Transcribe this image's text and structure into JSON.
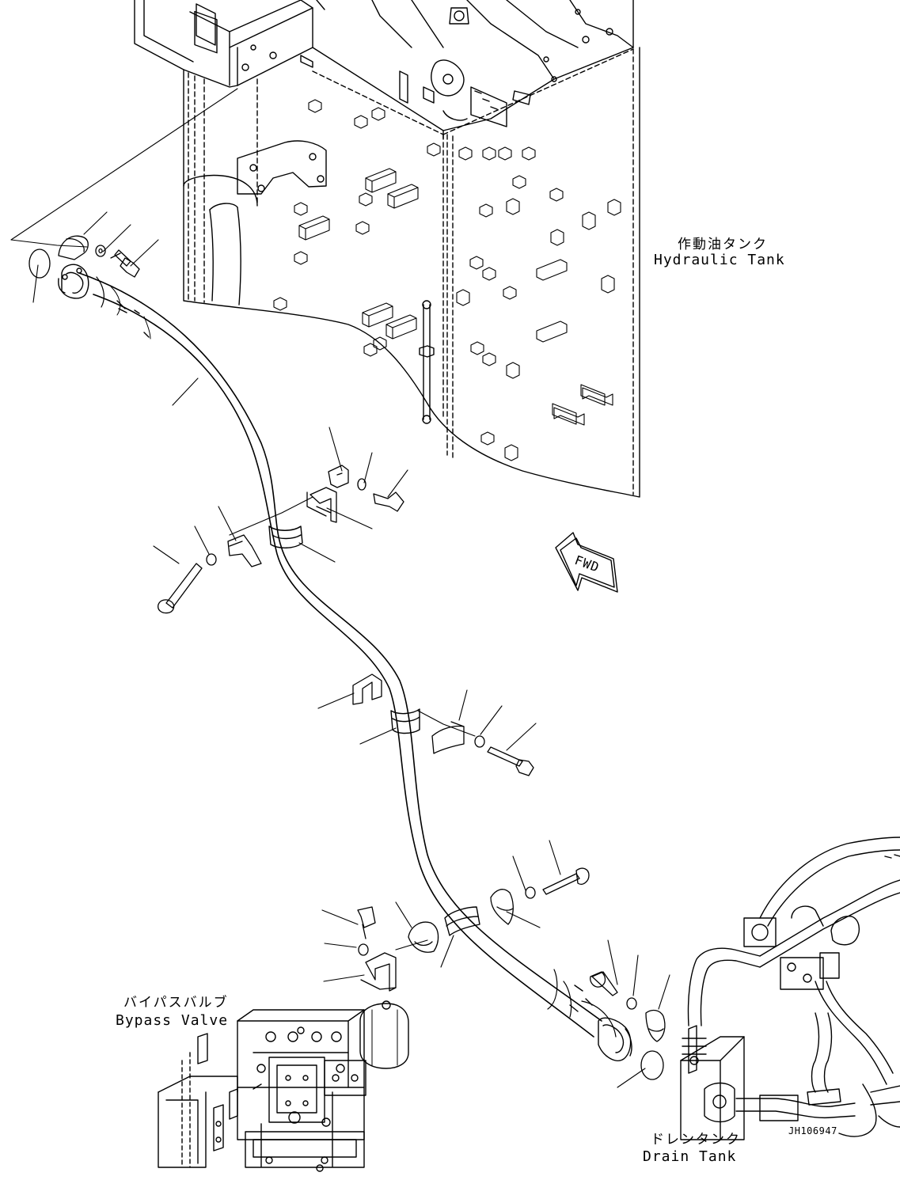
{
  "labels": {
    "hydraulic_tank_jp": "作動油タンク",
    "hydraulic_tank_en": "Hydraulic Tank",
    "bypass_valve_jp": "バイパスバルブ",
    "bypass_valve_en": "Bypass Valve",
    "drain_tank_jp": "ドレンタンク",
    "drain_tank_en": "Drain Tank",
    "fwd_arrow": "FWD",
    "drawing_code": "JH106947"
  }
}
